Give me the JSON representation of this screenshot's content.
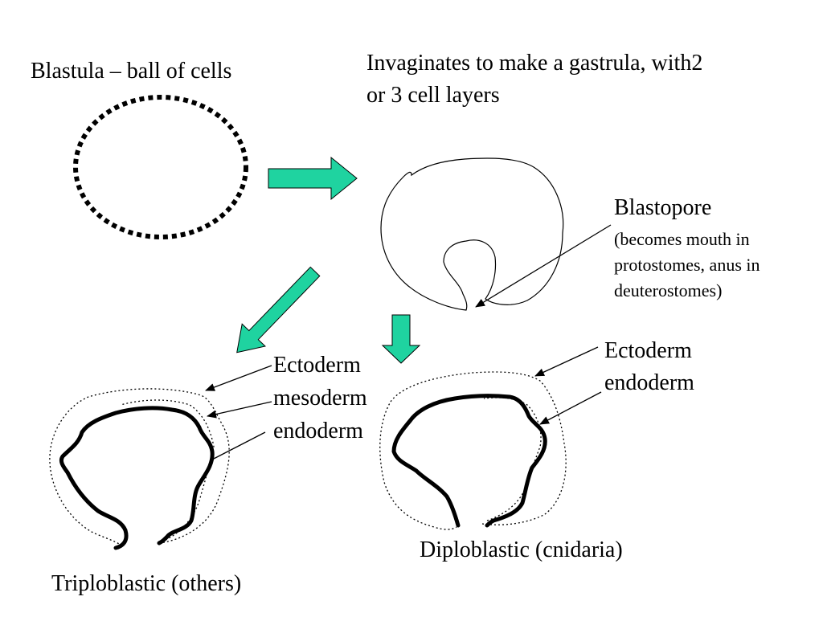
{
  "colors": {
    "arrow_fill": "#1fd3a0",
    "ink": "#000000",
    "background": "#ffffff"
  },
  "labels": {
    "blastula": "Blastula – ball of  cells",
    "invaginates_line1": "Invaginates to make a gastrula, with2",
    "invaginates_line2": "or 3 cell layers",
    "blastopore": "Blastopore",
    "blastopore_note_line1": "(becomes mouth in",
    "blastopore_note_line2": "protostomes, anus in",
    "blastopore_note_line3": "deuterostomes)",
    "tri_ectoderm": "Ectoderm",
    "tri_mesoderm": "mesoderm",
    "tri_endoderm": "endoderm",
    "di_ectoderm": "Ectoderm",
    "di_endoderm": "endoderm",
    "diploblastic": "Diploblastic (cnidaria)",
    "triploblastic": "Triploblastic (others)"
  }
}
